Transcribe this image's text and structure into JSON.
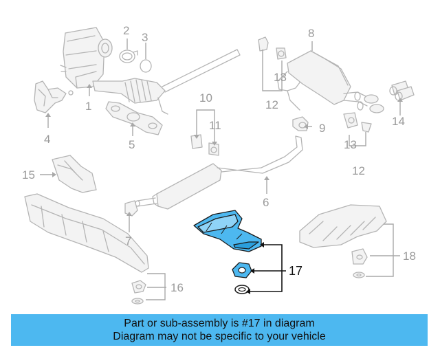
{
  "diagram": {
    "callouts": {
      "c1": "1",
      "c2": "2",
      "c3": "3",
      "c4": "4",
      "c5": "5",
      "c6": "6",
      "c7": "7",
      "c8": "8",
      "c9": "9",
      "c10": "10",
      "c11": "11",
      "c12a": "12",
      "c12b": "12",
      "c13a": "13",
      "c13b": "13",
      "c14": "14",
      "c15": "15",
      "c16": "16",
      "c17": "17",
      "c18": "18"
    },
    "highlighted_part": "17",
    "colors": {
      "highlight_fill": "#4db8f0",
      "ghost_stroke": "#b4b4b4",
      "banner": "#4db8f0"
    }
  },
  "banner": {
    "line1": "Part or sub-assembly is #17 in diagram",
    "line2": "Diagram may not be specific to your vehicle"
  }
}
